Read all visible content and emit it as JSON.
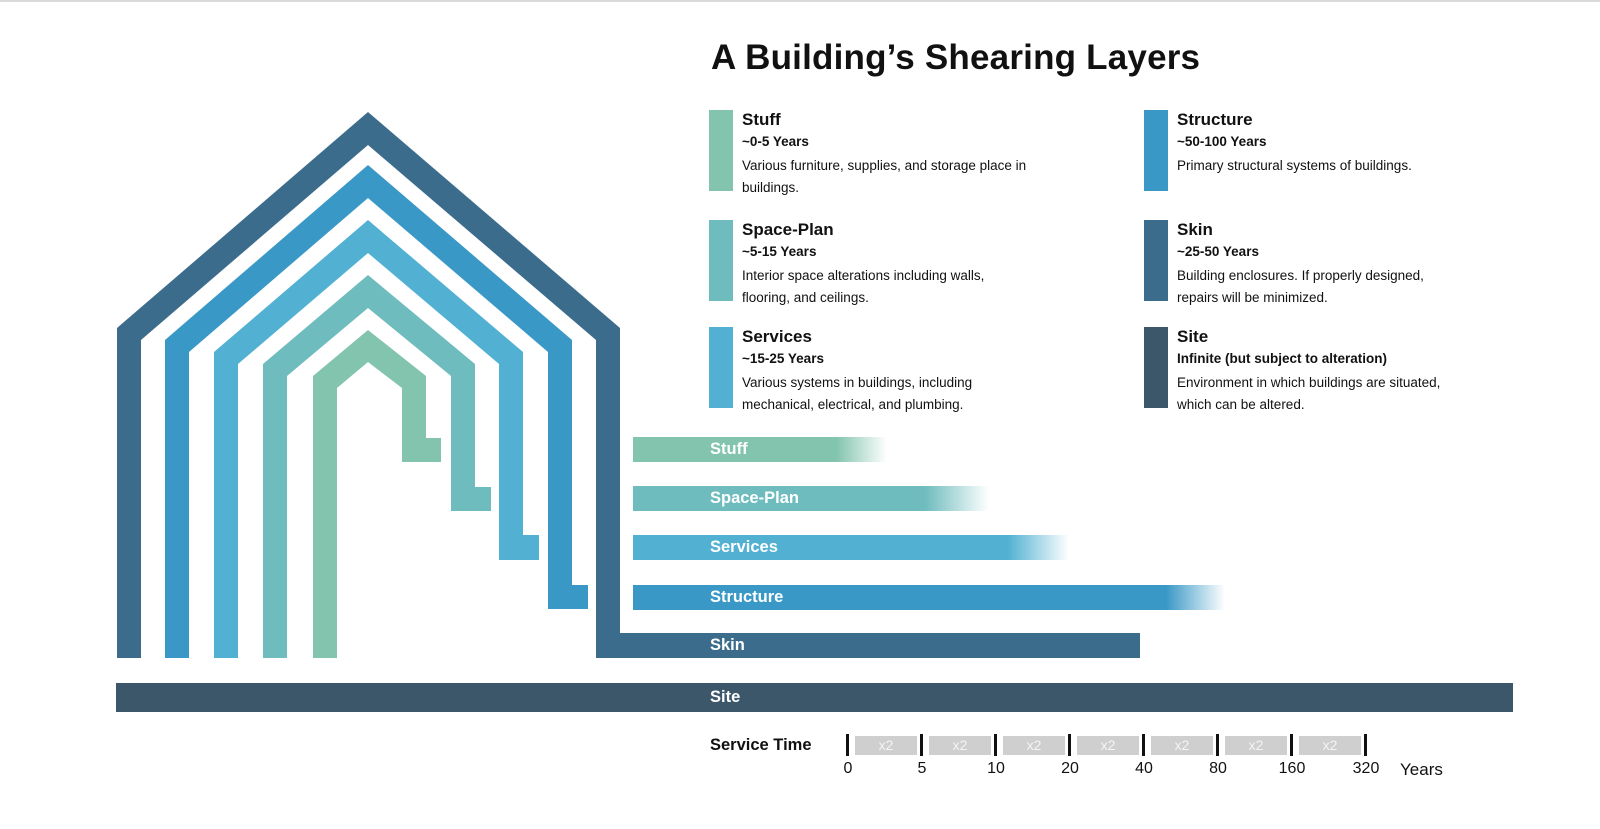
{
  "title": "A Building’s Shearing Layers",
  "colors": {
    "stuff": "#82c4ae",
    "space_plan": "#6fbcbe",
    "services": "#52b1d2",
    "structure": "#3998c6",
    "skin": "#3c6c8c",
    "site": "#3c566a",
    "scale_segment": "#cfcfcf"
  },
  "legend": {
    "stuff": {
      "name": "Stuff",
      "range": "~0-5 Years",
      "desc": "Various furniture, supplies, and storage place in buildings."
    },
    "space_plan": {
      "name": "Space-Plan",
      "range": "~5-15 Years",
      "desc": "Interior space alterations including walls, flooring, and ceilings."
    },
    "services": {
      "name": "Services",
      "range": "~15-25 Years",
      "desc": "Various systems in buildings, including mechanical, electrical, and plumbing."
    },
    "structure": {
      "name": "Structure",
      "range": "~50-100 Years",
      "desc": "Primary structural systems of buildings."
    },
    "skin": {
      "name": "Skin",
      "range": "~25-50 Years",
      "desc": "Building enclosures. If properly designed, repairs will be minimized."
    },
    "site": {
      "name": "Site",
      "range": "Infinite (but subject to alteration)",
      "desc": "Environment in which buildings are situated, which can be altered."
    }
  },
  "bars": {
    "stuff": "Stuff",
    "space_plan": "Space-Plan",
    "services": "Services",
    "structure": "Structure",
    "skin": "Skin",
    "site": "Site"
  },
  "service_time": {
    "label": "Service Time",
    "multiplier": "x2",
    "ticks": [
      "0",
      "5",
      "10",
      "20",
      "40",
      "80",
      "160",
      "320"
    ],
    "unit": "Years"
  }
}
